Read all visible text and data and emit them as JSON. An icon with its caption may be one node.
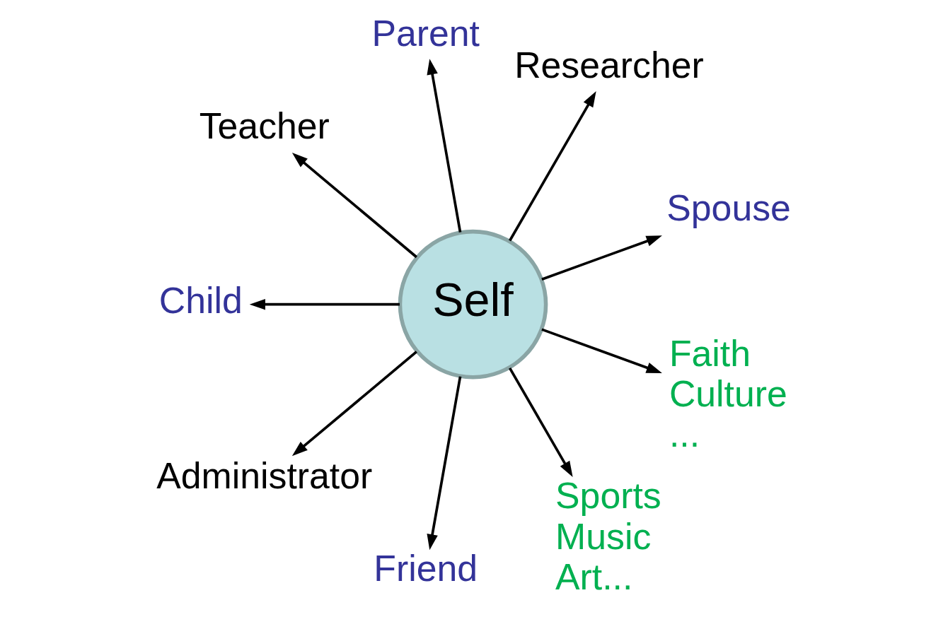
{
  "diagram": {
    "nodes": [
      {
        "text": [
          "Self"
        ]
      },
      {
        "text": [
          "Spouse"
        ]
      },
      {
        "text": [
          "Researcher"
        ]
      },
      {
        "text": [
          "Parent"
        ]
      },
      {
        "text": [
          "Teacher"
        ]
      },
      {
        "text": [
          "Child"
        ]
      },
      {
        "text": [
          "Administrator"
        ]
      },
      {
        "text": [
          "Friend"
        ]
      },
      {
        "text": [
          "Sports Music Art..."
        ]
      },
      {
        "text": [
          "Faith Culture ..."
        ]
      }
    ],
    "edges": [
      {
        "from": 0,
        "to": 1,
        "arrow": "to"
      },
      {
        "from": 0,
        "to": 2,
        "arrow": "to"
      },
      {
        "from": 0,
        "to": 3,
        "arrow": "to"
      },
      {
        "from": 0,
        "to": 4,
        "arrow": "to"
      },
      {
        "from": 0,
        "to": 5,
        "arrow": "to"
      },
      {
        "from": 0,
        "to": 6,
        "arrow": "to"
      },
      {
        "from": 0,
        "to": 7,
        "arrow": "to"
      },
      {
        "from": 0,
        "to": 8,
        "arrow": "to"
      },
      {
        "from": 0,
        "to": 9,
        "arrow": "to"
      }
    ]
  }
}
